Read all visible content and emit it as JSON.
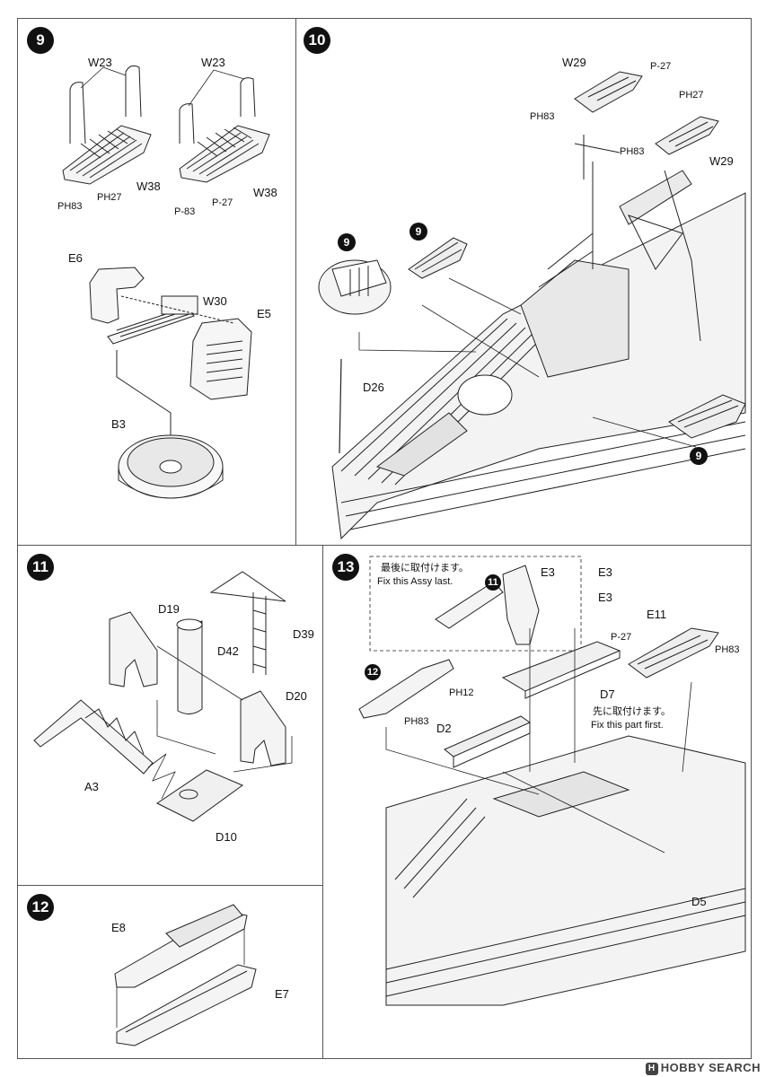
{
  "steps": {
    "s9": {
      "num": "9",
      "labels": {
        "w23_a": "W23",
        "w23_b": "W23",
        "w38_a": "W38",
        "w38_b": "W38",
        "ph83_a": "PH83",
        "p27_a": "PH27",
        "p83_b": "P-83",
        "p27_b": "P-27",
        "e6": "E6",
        "w30": "W30",
        "e5": "E5",
        "b3": "B3"
      }
    },
    "s10": {
      "num": "10",
      "labels": {
        "w29_a": "W29",
        "p27_a": "P-27",
        "p83_a": "PH83",
        "p27_b": "PH27",
        "p83_b": "PH83",
        "w29_b": "W29",
        "d26": "D26",
        "ref9_a": "9",
        "ref9_b": "9",
        "ref9_c": "9"
      }
    },
    "s11": {
      "num": "11",
      "labels": {
        "d19": "D19",
        "d42": "D42",
        "d39": "D39",
        "d20": "D20",
        "a3": "A3",
        "d10": "D10"
      }
    },
    "s12": {
      "num": "12",
      "labels": {
        "e8": "E8",
        "e7": "E7"
      }
    },
    "s13": {
      "num": "13",
      "note_last_jp": "最後に取付けます。",
      "note_last_en": "Fix this Assy last.",
      "note_first_jp": "先に取付けます。",
      "note_first_en": "Fix this part first.",
      "labels": {
        "e3_a": "E3",
        "e3_b": "E3",
        "e3_c": "E3",
        "e11": "E11",
        "p27": "P-27",
        "p83": "PH83",
        "ph12": "PH12",
        "ph83": "PH83",
        "d7": "D7",
        "d2": "D2",
        "d5": "D5",
        "ref11": "11",
        "ref12": "12"
      }
    }
  },
  "watermark": "HOBBY SEARCH"
}
